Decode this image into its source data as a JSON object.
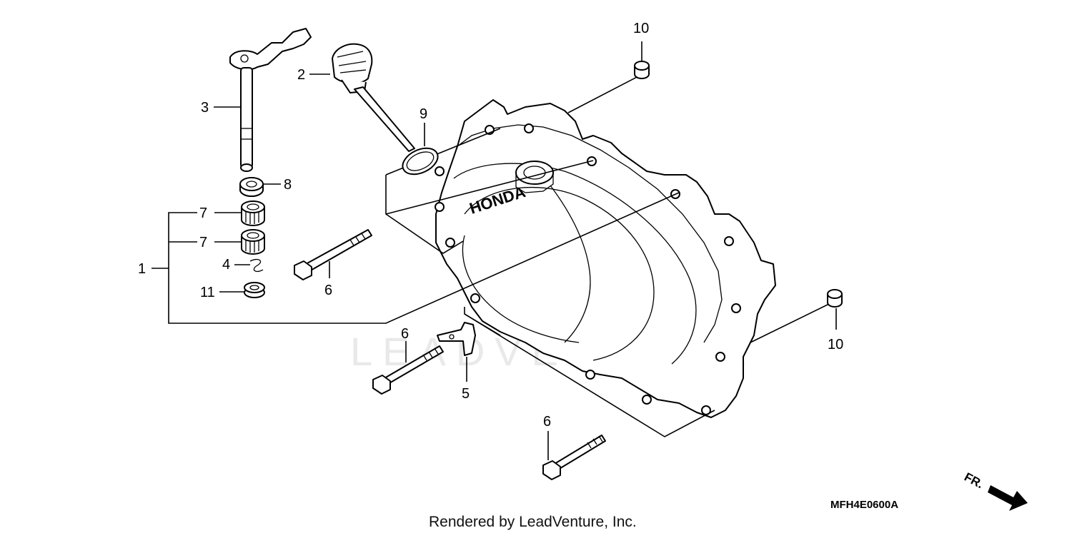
{
  "diagram": {
    "callouts": [
      {
        "id": "c1",
        "label": "1"
      },
      {
        "id": "c2",
        "label": "2"
      },
      {
        "id": "c3",
        "label": "3"
      },
      {
        "id": "c4",
        "label": "4"
      },
      {
        "id": "c5",
        "label": "5"
      },
      {
        "id": "c6a",
        "label": "6"
      },
      {
        "id": "c6b",
        "label": "6"
      },
      {
        "id": "c6c",
        "label": "6"
      },
      {
        "id": "c7a",
        "label": "7"
      },
      {
        "id": "c7b",
        "label": "7"
      },
      {
        "id": "c8",
        "label": "8"
      },
      {
        "id": "c9",
        "label": "9"
      },
      {
        "id": "c10a",
        "label": "10"
      },
      {
        "id": "c10b",
        "label": "10"
      },
      {
        "id": "c11",
        "label": "11"
      }
    ],
    "cover_logo": "HONDA",
    "watermark": "LEADVENTURE",
    "diagram_code": "MFH4E0600A",
    "front_indicator": "FR.",
    "credit": "Rendered by LeadVenture, Inc."
  }
}
